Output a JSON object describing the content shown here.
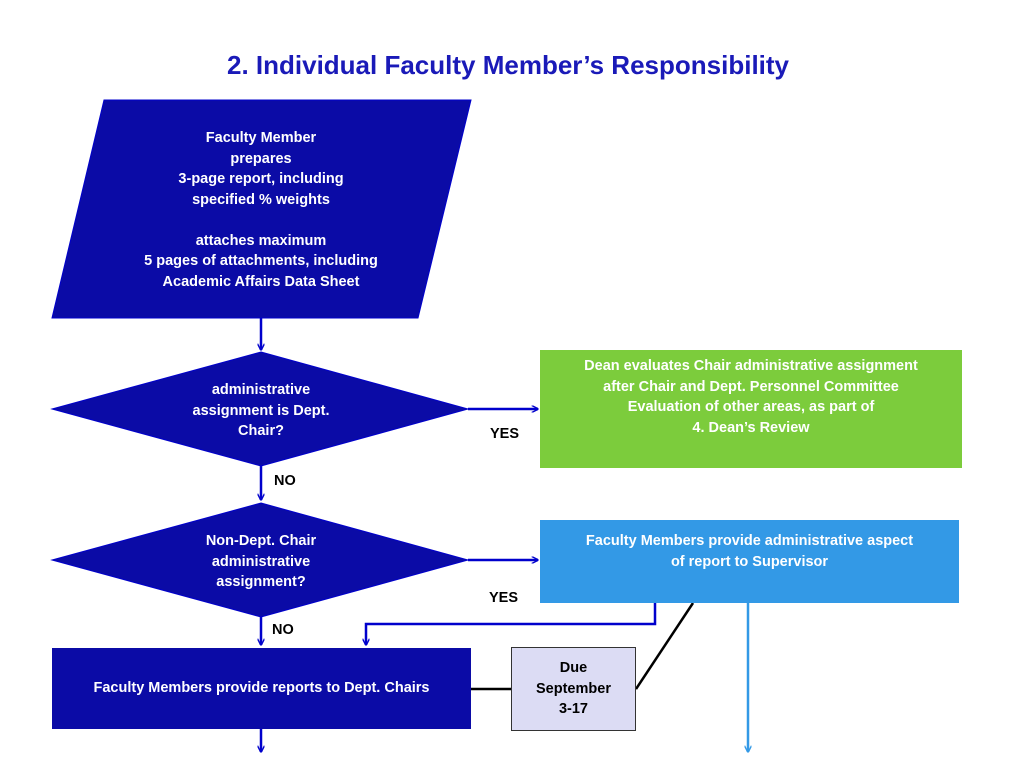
{
  "title": "2. Individual Faculty Member’s Responsibility",
  "colors": {
    "title": "#1a1ab8",
    "process_fill": "#0b0ba6",
    "process_stroke": "#0000cc",
    "arrow_dark": "#0000cc",
    "green_box": "#7ccc3c",
    "blue_box": "#3399e6",
    "arrow_light": "#3399e6",
    "due_fill": "#dcdcf4",
    "connector": "#000000"
  },
  "nodes": {
    "prepare_report": "Faculty Member\nprepares\n3-page report, including\nspecified % weights\n\nattaches maximum\n5 pages of attachments, including\nAcademic Affairs Data Sheet",
    "decision_chair": "administrative\nassignment is Dept.\nChair?",
    "dean_evaluates": "Dean evaluates Chair administrative assignment\nafter Chair and Dept. Personnel Committee\nEvaluation of other areas, as part of\n4. Dean’s Review",
    "decision_non_chair": "Non-Dept. Chair\nadministrative\nassignment?",
    "provide_to_supervisor": "Faculty Members provide administrative aspect\nof report to Supervisor",
    "provide_to_chairs": "Faculty Members provide reports to Dept. Chairs",
    "due_date": "Due\nSeptember\n3-17"
  },
  "labels": {
    "yes_1": "YES",
    "no_1": "NO",
    "yes_2": "YES",
    "no_2": "NO"
  }
}
